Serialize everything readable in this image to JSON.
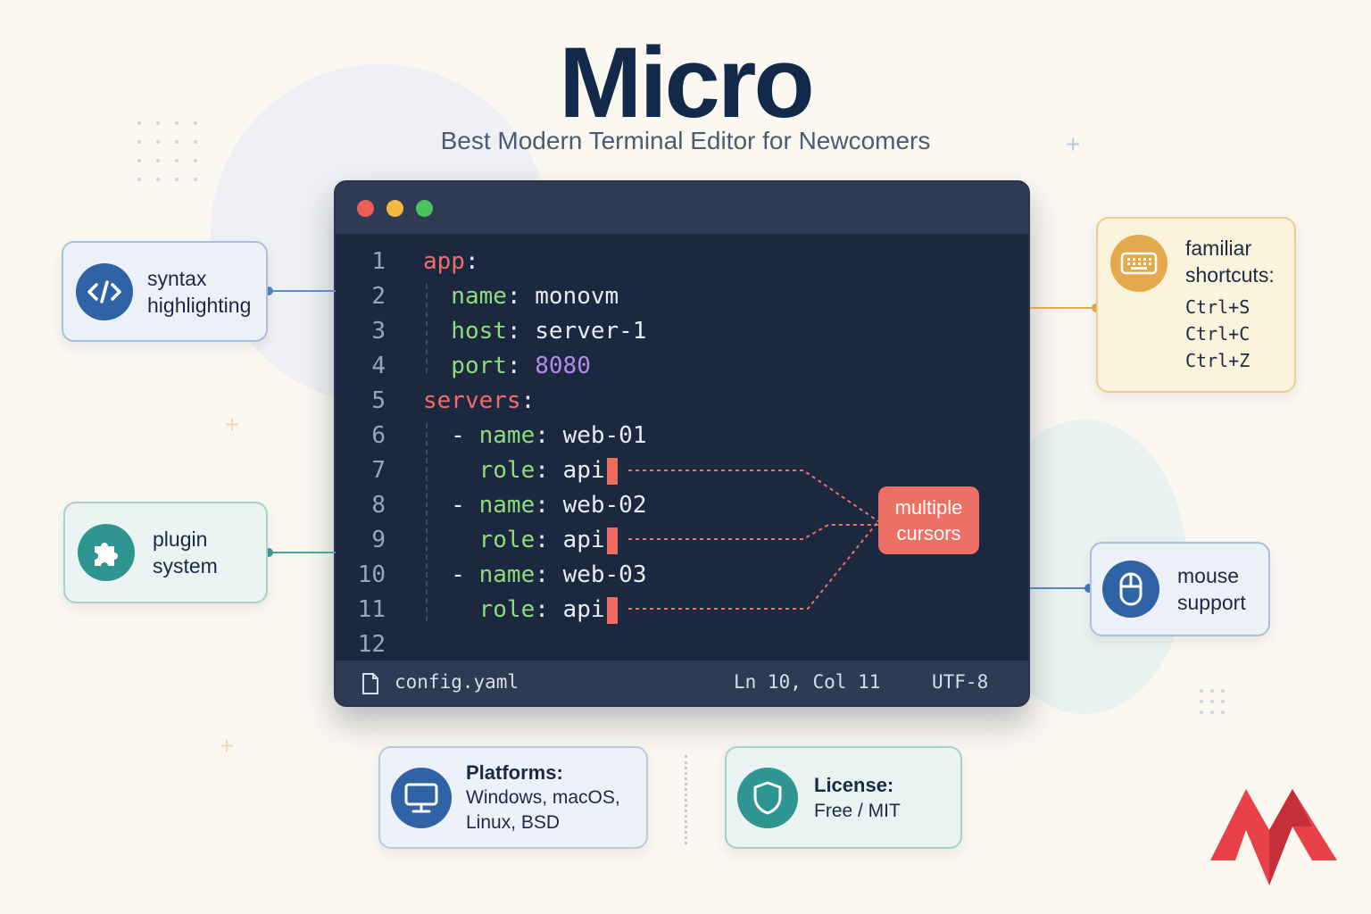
{
  "header": {
    "title": "Micro",
    "subtitle": "Best Modern Terminal Editor for Newcomers"
  },
  "editor": {
    "lines": [
      {
        "n": "1",
        "tokens": [
          {
            "t": "app",
            "c": "k-red"
          },
          {
            "t": ":",
            "c": "punc"
          }
        ]
      },
      {
        "n": "2",
        "tokens": [
          {
            "t": "  name",
            "c": "k-green"
          },
          {
            "t": ": ",
            "c": "punc"
          },
          {
            "t": "monovm",
            "c": "v-white"
          }
        ]
      },
      {
        "n": "3",
        "tokens": [
          {
            "t": "  host",
            "c": "k-green"
          },
          {
            "t": ": ",
            "c": "punc"
          },
          {
            "t": "server-1",
            "c": "v-white"
          }
        ]
      },
      {
        "n": "4",
        "tokens": [
          {
            "t": "  port",
            "c": "k-green"
          },
          {
            "t": ": ",
            "c": "punc"
          },
          {
            "t": "8080",
            "c": "v-purple"
          }
        ]
      },
      {
        "n": "5",
        "tokens": [
          {
            "t": "servers",
            "c": "k-red"
          },
          {
            "t": ":",
            "c": "punc"
          }
        ]
      },
      {
        "n": "6",
        "tokens": [
          {
            "t": "  - ",
            "c": "v-white"
          },
          {
            "t": "name",
            "c": "k-green"
          },
          {
            "t": ": ",
            "c": "punc"
          },
          {
            "t": "web-01",
            "c": "v-white"
          }
        ]
      },
      {
        "n": "7",
        "tokens": [
          {
            "t": "    role",
            "c": "k-green"
          },
          {
            "t": ": ",
            "c": "punc"
          },
          {
            "t": "api",
            "c": "v-white"
          }
        ],
        "cursor": true
      },
      {
        "n": "8",
        "tokens": [
          {
            "t": "  - ",
            "c": "v-white"
          },
          {
            "t": "name",
            "c": "k-green"
          },
          {
            "t": ": ",
            "c": "punc"
          },
          {
            "t": "web-02",
            "c": "v-white"
          }
        ]
      },
      {
        "n": "9",
        "tokens": [
          {
            "t": "    role",
            "c": "k-green"
          },
          {
            "t": ": ",
            "c": "punc"
          },
          {
            "t": "api",
            "c": "v-white"
          }
        ],
        "cursor": true
      },
      {
        "n": "10",
        "tokens": [
          {
            "t": "  - ",
            "c": "v-white"
          },
          {
            "t": "name",
            "c": "k-green"
          },
          {
            "t": ": ",
            "c": "punc"
          },
          {
            "t": "web-03",
            "c": "v-white"
          }
        ]
      },
      {
        "n": "11",
        "tokens": [
          {
            "t": "    role",
            "c": "k-green"
          },
          {
            "t": ": ",
            "c": "punc"
          },
          {
            "t": "api",
            "c": "v-white"
          }
        ],
        "cursor": true
      },
      {
        "n": "12",
        "tokens": []
      }
    ],
    "status": {
      "filename": "config.yaml",
      "position": "Ln 10, Col 11",
      "encoding": "UTF-8"
    },
    "multi_cursor_label": [
      "multiple",
      "cursors"
    ]
  },
  "features": {
    "syntax": {
      "lines": [
        "syntax",
        "highlighting"
      ],
      "icon": "code-icon"
    },
    "plugin": {
      "lines": [
        "plugin",
        "system"
      ],
      "icon": "puzzle-icon"
    },
    "shortcuts": {
      "lines": [
        "familiar",
        "shortcuts:"
      ],
      "keys": [
        "Ctrl+S",
        "Ctrl+C",
        "Ctrl+Z"
      ],
      "icon": "keyboard-icon"
    },
    "mouse": {
      "lines": [
        "mouse",
        "support"
      ],
      "icon": "mouse-icon"
    },
    "platforms": {
      "title": "Platforms:",
      "lines": [
        "Windows, macOS,",
        "Linux, BSD"
      ],
      "icon": "monitor-icon"
    },
    "license": {
      "title": "License:",
      "value": "Free / MIT",
      "icon": "shield-icon"
    }
  },
  "colors": {
    "background": "#fbf8f2",
    "editor_bg": "#1c2740",
    "accent_red": "#ee6f63",
    "accent_blue": "#2f63a6",
    "accent_teal": "#2f9591",
    "accent_yellow": "#e5a94d"
  }
}
